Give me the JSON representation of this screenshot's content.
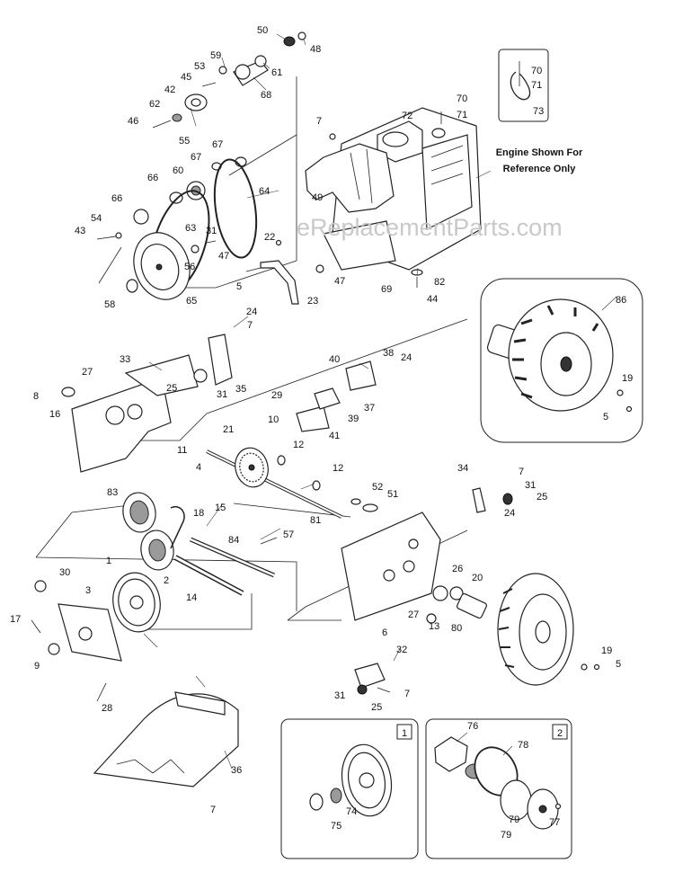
{
  "watermark": "eReplacementParts.com",
  "engine_note": {
    "line1": "Engine Shown For",
    "line2": "Reference Only"
  },
  "inset_panels": [
    {
      "number": "1"
    },
    {
      "number": "2"
    }
  ],
  "callouts": [
    "50",
    "48",
    "59",
    "53",
    "61",
    "45",
    "42",
    "68",
    "62",
    "46",
    "55",
    "7",
    "72",
    "70",
    "71",
    "70",
    "71",
    "73",
    "67",
    "67",
    "60",
    "66",
    "64",
    "66",
    "54",
    "63",
    "43",
    "31",
    "47",
    "56",
    "22",
    "58",
    "65",
    "5",
    "23",
    "47",
    "69",
    "82",
    "44",
    "49",
    "24",
    "7",
    "33",
    "27",
    "25",
    "31",
    "35",
    "8",
    "16",
    "40",
    "38",
    "24",
    "29",
    "39",
    "37",
    "41",
    "21",
    "10",
    "11",
    "12",
    "4",
    "12",
    "83",
    "18",
    "15",
    "81",
    "34",
    "7",
    "31",
    "25",
    "24",
    "52",
    "51",
    "84",
    "57",
    "2",
    "1",
    "14",
    "30",
    "3",
    "17",
    "9",
    "28",
    "26",
    "20",
    "27",
    "13",
    "80",
    "6",
    "32",
    "31",
    "25",
    "7",
    "36",
    "7",
    "19",
    "5",
    "86",
    "19",
    "5",
    "76",
    "78",
    "75",
    "74",
    "79",
    "79",
    "77"
  ]
}
